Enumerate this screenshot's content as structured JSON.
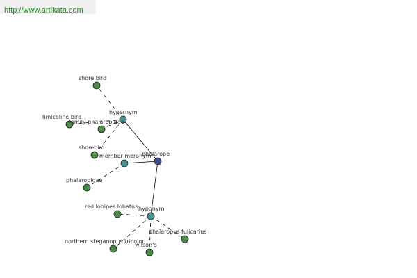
{
  "header": {
    "url": "http://www.artikata.com"
  },
  "colors": {
    "root_node": "#3d4f95",
    "relation_node": "#4a9494",
    "leaf_node": "#4b8a44",
    "edge": "#000000",
    "url_text": "#2a8a2a"
  },
  "graph": {
    "root": {
      "label": "phalarope"
    },
    "relations": [
      {
        "label": "hypernym",
        "children": [
          "shore bird",
          "limicoline bird",
          "family phalaropidae",
          "shorebird"
        ]
      },
      {
        "label": "member meronym",
        "children": [
          "phalaropidae"
        ]
      },
      {
        "label": "hyponym",
        "children": [
          "red lobipes lobatus",
          "northern steganopus tricolor",
          "wilson's",
          "phalaropus fulicarius"
        ]
      }
    ]
  }
}
